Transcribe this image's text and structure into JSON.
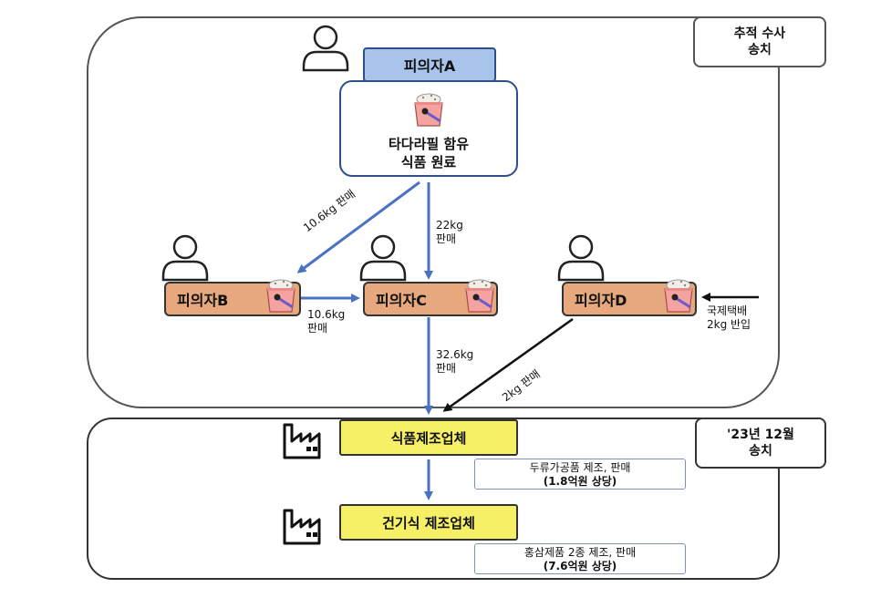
{
  "regions": {
    "tracking": {
      "label": "추적 수사\n송치"
    },
    "referral": {
      "label": "'23년 12월\n송치"
    }
  },
  "suspects": {
    "a": {
      "label": "피의자A",
      "box_text": "타다라필 함유\n식품 원료"
    },
    "b": {
      "label": "피의자B"
    },
    "c": {
      "label": "피의자C"
    },
    "d": {
      "label": "피의자D"
    }
  },
  "flows": {
    "a_to_b": "10.6kg 판매",
    "a_to_c": "22kg\n판매",
    "b_to_c": "10.6kg\n판매",
    "c_to_factory": "32.6kg\n판매",
    "d_to_factory": "2kg 판매",
    "intl_to_d": "국제택배\n2kg 반입"
  },
  "companies": {
    "food": {
      "label": "식품제조업체",
      "note_line1": "두류가공품 제조, 판매",
      "note_line2": "(1.8억원 상당)"
    },
    "health": {
      "label": "건기식 제조업체",
      "note_line1": "홍삼제품 2종 제조, 판매",
      "note_line2": "(7.6억원 상당)"
    }
  },
  "icons": [
    "person-icon",
    "ingredient-bucket-icon",
    "factory-icon"
  ],
  "colors": {
    "blue_arrow": "#4a72c4",
    "black_arrow": "#111111",
    "suspect_fill": "#e6a87c",
    "factory_fill": "#f5f066",
    "label_a_fill": "#a9c4ea"
  }
}
